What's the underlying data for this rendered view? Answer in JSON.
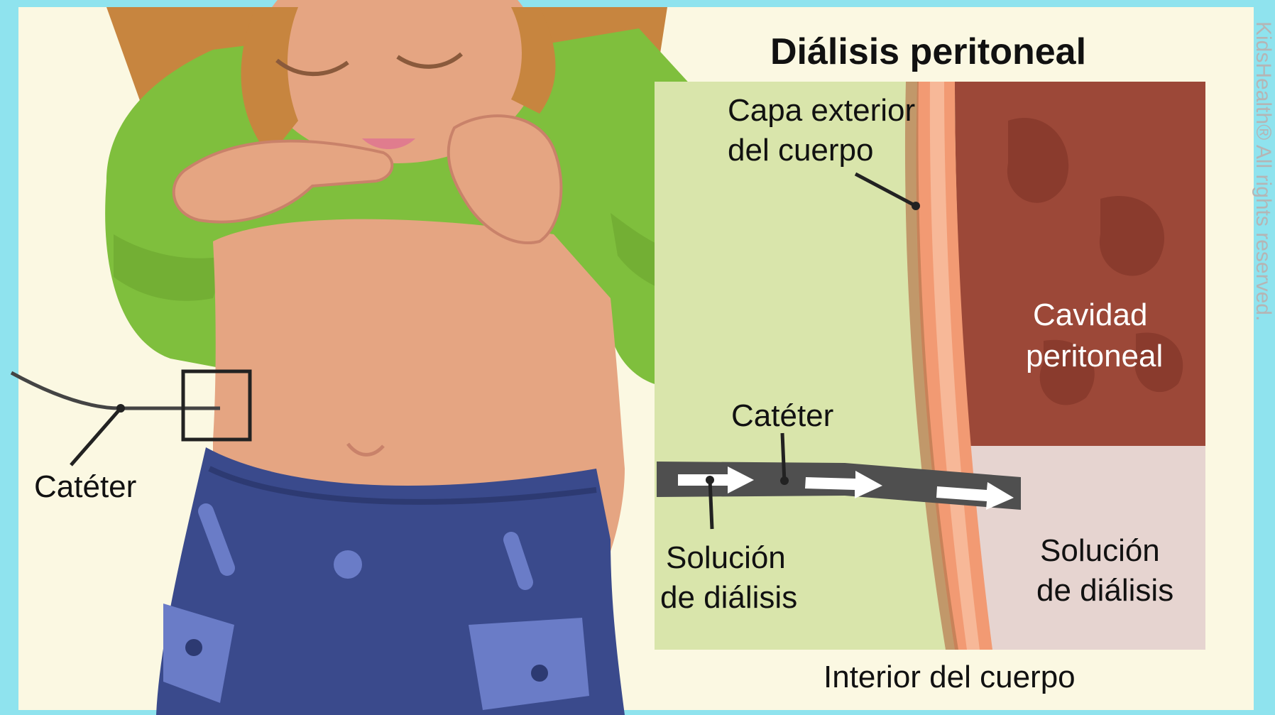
{
  "colors": {
    "frame": "#8fe3ee",
    "background": "#fbf8e2",
    "panel": "#d9e5ab",
    "skin": "#e5a582",
    "shirt": "#7fbf3d",
    "hair": "#c7853f",
    "jeans": "#3a4a8c",
    "cavity": "#9c4838",
    "solution": "#e6d4d0",
    "catheter": "#4f4f4f"
  },
  "title": "Diálisis peritoneal",
  "labels": {
    "outer_layer_line1": "Capa exterior",
    "outer_layer_line2": "del cuerpo",
    "cavity_line1": "Cavidad",
    "cavity_line2": "peritoneal",
    "catheter_detail": "Catéter",
    "solution_left_line1": "Solución",
    "solution_left_line2": "de diálisis",
    "solution_right_line1": "Solución",
    "solution_right_line2": "de diálisis",
    "body_interior": "Interior del cuerpo",
    "catheter_child": "Catéter"
  },
  "copyright": "KidsHealth® All rights reserved.",
  "icons": [
    "child-illustration",
    "catheter-tube",
    "arrow-icon"
  ]
}
